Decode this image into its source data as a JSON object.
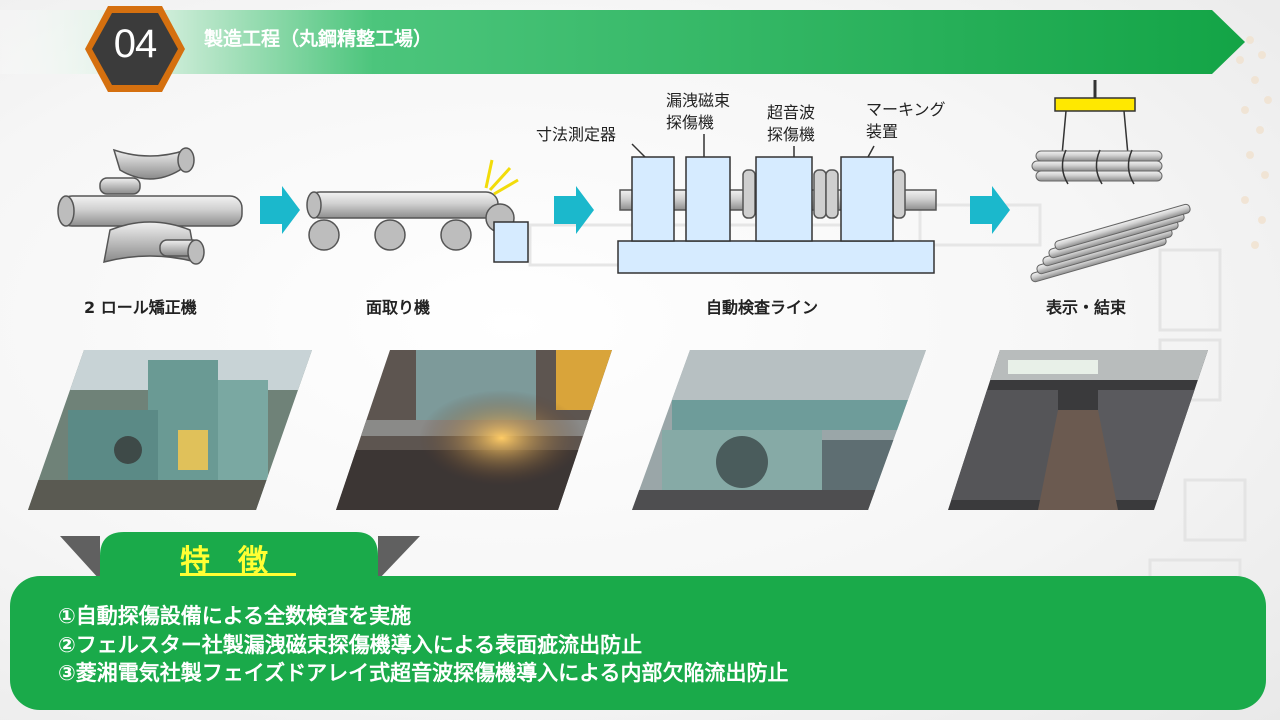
{
  "header": {
    "section_number": "04",
    "title": "製造工程（丸鋼精整工場）"
  },
  "process": {
    "steps": [
      {
        "label": "2 ロール矯正機"
      },
      {
        "label": "面取り機"
      },
      {
        "label": "自動検査ライン"
      },
      {
        "label": "表示・結束"
      }
    ],
    "inspection_units": [
      {
        "line1": "寸法測定器",
        "line2": ""
      },
      {
        "line1": "漏洩磁束",
        "line2": "探傷機"
      },
      {
        "line1": "超音波",
        "line2": "探傷機"
      },
      {
        "line1": "マーキング",
        "line2": "装置"
      }
    ]
  },
  "photos": [
    {
      "name": "straightener-photo"
    },
    {
      "name": "chamfering-photo"
    },
    {
      "name": "inspection-line-photo"
    },
    {
      "name": "bundled-bars-photo"
    }
  ],
  "features": {
    "title": "特徴",
    "items": [
      "①自動探傷設備による全数検査を実施",
      "②フェルスター社製漏洩磁束探傷機導入による表面疵流出防止",
      "③菱湘電気社製フェイズドアレイ式超音波探傷機導入による内部欠陥流出防止"
    ]
  },
  "colors": {
    "accent_green": "#1aaa4a",
    "arrow_cyan": "#1bb8cc",
    "badge_orange": "#d5700f",
    "badge_dark": "#3b3b3b"
  }
}
